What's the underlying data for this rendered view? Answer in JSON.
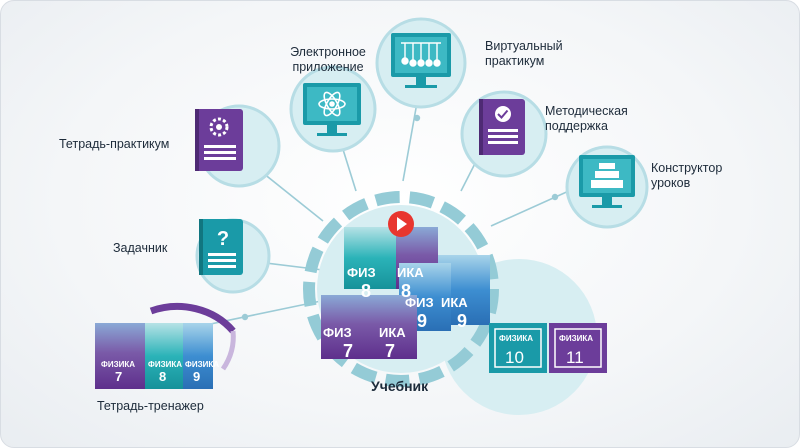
{
  "center": {
    "label": "Учебник",
    "books_7_9": [
      "7",
      "8",
      "9"
    ],
    "books_10_11": [
      "10",
      "11"
    ],
    "book_title": "ФИЗИКА",
    "book_title_split": [
      "ФИЗ",
      "ИКА"
    ]
  },
  "nodes": [
    {
      "id": "trainer",
      "label_lines": [
        "Тетрадь-тренажер"
      ]
    },
    {
      "id": "problems",
      "label_lines": [
        "Задачник"
      ]
    },
    {
      "id": "workbook",
      "label_lines": [
        "Тетрадь-практикум"
      ]
    },
    {
      "id": "eapp",
      "label_lines": [
        "Электронное",
        "приложение"
      ]
    },
    {
      "id": "vlab",
      "label_lines": [
        "Виртуальный",
        "практикум"
      ]
    },
    {
      "id": "method",
      "label_lines": [
        "Методическая",
        "поддержка"
      ]
    },
    {
      "id": "builder",
      "label_lines": [
        "Конструктор",
        "уроков"
      ]
    }
  ],
  "colors": {
    "purple": "#6c3d9a",
    "teal": "#1a9aa8",
    "circle": "#d7eef2",
    "ring": "#94cbd6",
    "red": "#e8362f"
  },
  "icons": [
    "gear-icon",
    "question-icon",
    "atom-icon",
    "pendulum-icon",
    "badge-icon",
    "cake-icon",
    "play-icon"
  ]
}
